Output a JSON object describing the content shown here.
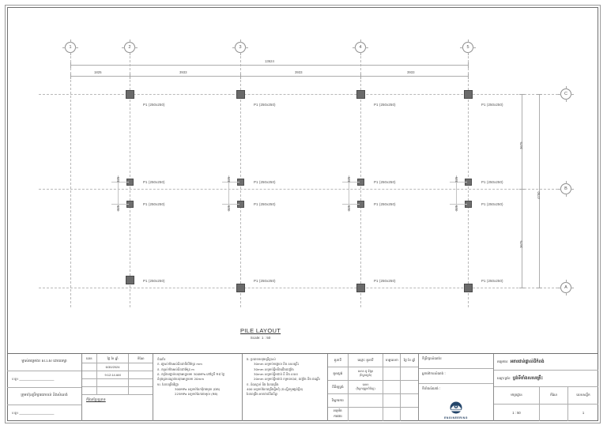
{
  "drawing": {
    "title": "PILE LAYOUT",
    "scale_note": "Scale:  1 : 50",
    "grid_columns": [
      "1",
      "2",
      "3",
      "4",
      "5"
    ],
    "grid_rows": [
      "C",
      "B",
      "A"
    ],
    "overall_dim": "13624",
    "bay_dims": [
      "1825",
      "3933",
      "3933",
      "3933"
    ],
    "vertical_dims": [
      "3675",
      "3675"
    ],
    "vertical_overall": "4750",
    "small_offsets": [
      "325",
      "325",
      "325",
      "325",
      "325",
      "325",
      "325",
      "325"
    ],
    "pile_label": "P1 (250x250)"
  },
  "titleblock": {
    "owner_label": "ម្ចាស់គម្រោង៖ ស.រ.ស ដោយរក្សា",
    "owner_sign_label": "ហត្ថ៖ ______________________",
    "designer_label": "ក្រុមហ៊ុនប្រឹក្សាយោបល់ និងសំណង់",
    "designer_sign_label": "ហត្ថ៖ ______________________",
    "rev_headers": [
      "លេខ",
      "ថ្ងៃ ខែ ឆ្នាំ",
      "កំណែ"
    ],
    "rev_rows": [
      {
        "no": "",
        "date": "6/30/2024",
        "rev": ""
      },
      {
        "no": "",
        "date": "9:12:14 AM",
        "rev": ""
      },
      {
        "no": "",
        "date": "",
        "rev": ""
      },
      {
        "no": "",
        "date": "",
        "rev": ""
      }
    ],
    "rev_footer": "កំណែប្រែប្រួល៖",
    "notes_heading": "ចំណាំ៖",
    "notes_left": [
      "ក. រង្វាស់ទាំងអស់គិតជាមីលីម៉ែត្រ mm",
      "ខ. កម្ពស់ទាំងអស់គិតជាម៉ែត្រ m",
      "គ. កម្លាំងបង្ហាប់បេតុងអប្បបរមា 300MPa នៅថ្ងៃទី ២៨ ថ្ងៃ",
      "ដំបូងគ្របដណ្តប់បេតុងអប្បបរមា 20mm",
      "ឃ. ដែកពង្រឹងវិញ្ញា",
      "300MPa សម្រាប់ដែកជុំរាងមូល (DB)",
      "225MPa សម្រាប់ដែករាងមូល (RB)"
    ],
    "notes_right": [
      "ង. ប្រភេទបេតុងប្រើប្រាស់",
      "30mm សម្រាប់បង្គោល និង សសរគ្រឹះ",
      "30mm សម្រាប់ធ្នឹមនិងជើងជញ្ជាំង",
      "30mm សម្រាប់ធ្នឹមជាន់ ដី និង សសរ",
      "20mm សម្រាប់ធ្នឹមជាន់ កម្រាលបាត, ជញ្ជាំង និង ជណ្តើរ",
      "ច. ដំណភ្ជាប់ និង ដែកពង្រឹង",
      "400 សម្រាប់ដែកពង្រឹងធ្នឹមជុំ (D-ត្បិតឬអង្កត់ផ្ចិត)",
      "ដែកពង្រឹង អាចជាន់ពីលើគ្នា"
    ],
    "approval_headers": [
      "តួនាទី",
      "ឈ្មោះ តួនាទី",
      "ហត្ថលេខា",
      "ថ្ងៃ ខែ ឆ្នាំ"
    ],
    "approval_rows": [
      {
        "role": "គូសប្លង់",
        "name": "លោក ជូ ទីវុត្ថា\n(វិស្វករប្លង់)",
        "sign": "",
        "date": ""
      },
      {
        "role": "ពិនិត្យប្លង់",
        "name": "លោក\n(វិស្វករត្រួតពិនិត្យ)",
        "sign": "",
        "date": ""
      },
      {
        "role": "វិស្វករការ",
        "name": "",
        "sign": "",
        "date": ""
      },
      {
        "role": "អនុម័តការងារ",
        "name": "",
        "sign": "",
        "date": ""
      }
    ],
    "consult_label": "ទីប្រឹក្សាសំណង់៖",
    "contractor_label": "អ្នកម៉ៅការសំណង់ :",
    "site_label": "ទីតាំងសំណង់ :",
    "logo_text": "ENGINEERING",
    "project_key": "គម្រោង៖",
    "project_value": "អគារជាន់ផ្ទាល់ដីកំពង់",
    "sheet_key": "ឈ្មោះប្លង់៖",
    "sheet_value": "ប្លង់ទីតាំងសសរគ្រឹះ",
    "bottom_headers": [
      "មាត្រដ្ឋាន",
      "កំណែ",
      "លេខសន្លឹក"
    ],
    "bottom_values": [
      "1 : 50",
      "",
      "1"
    ]
  }
}
